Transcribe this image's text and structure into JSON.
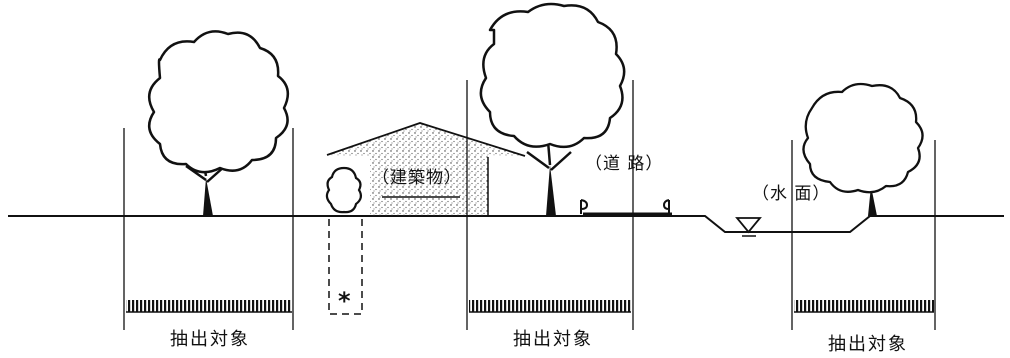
{
  "labels": {
    "building": "（建築物）",
    "road": "（道 路）",
    "water": "（水 面）",
    "extraction_target": "抽出対象",
    "asterisk": "*"
  },
  "colors": {
    "ink": "#111111",
    "background": "#ffffff"
  },
  "icons": [
    "tree-icon",
    "building-icon",
    "shrub-icon",
    "water-level-icon"
  ]
}
